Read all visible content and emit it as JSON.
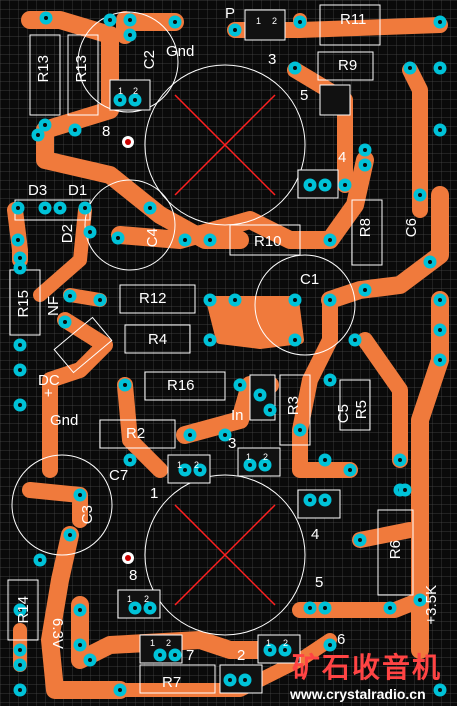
{
  "board": {
    "colors": {
      "background": "#0a0a0a",
      "grid": "#4a4a4a",
      "trace": "#f07a3c",
      "pad": "#00c2d8",
      "outline": "#ffffff",
      "cross": "#ff2020"
    },
    "labels": {
      "p": "P",
      "gnd_top": "Gnd",
      "r11": "R11",
      "r13a": "R13",
      "r13b": "R13",
      "c2": "C2",
      "n3_top": "3",
      "r9": "R9",
      "n5_top": "5",
      "n8_top": "8",
      "n4_top": "4",
      "d3": "D3",
      "d1": "D1",
      "d2": "D2",
      "c4": "C4",
      "r10": "R10",
      "r8": "R8",
      "c6": "C6",
      "r15": "R15",
      "nf": "NF",
      "r12": "R12",
      "c1": "C1",
      "r4": "R4",
      "dc": "DC",
      "plus_dc": "+",
      "r16": "R16",
      "in": "In",
      "r3": "R3",
      "c5": "C5",
      "r5": "R5",
      "gnd_mid": "Gnd",
      "r2": "R2",
      "n3_mid": "3",
      "c7": "C7",
      "c3": "C3",
      "n1": "1",
      "n4_bot": "4",
      "r6": "R6",
      "n8_bot": "8",
      "n5_bot": "5",
      "v35": "+3.5K",
      "r14": "R14",
      "v63": "6.3V",
      "n6": "6",
      "n7": "7",
      "n2": "2",
      "r7": "R7"
    },
    "pin_labels": {
      "one": "1",
      "two": "2"
    },
    "watermark": {
      "brand": "矿石收音机",
      "url": "www.crystalradio.cn"
    }
  }
}
